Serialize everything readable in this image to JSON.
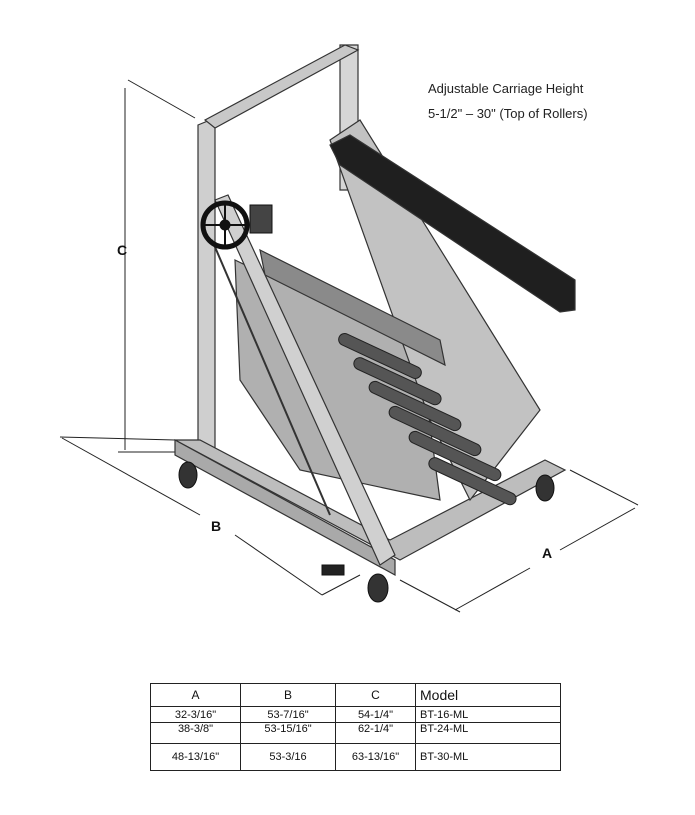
{
  "note": {
    "line1": "Adjustable Carriage Height",
    "line2": "5-1/2\" – 30\" (Top of Rollers)"
  },
  "dimensions": {
    "a": "A",
    "b": "B",
    "c": "C"
  },
  "table": {
    "headers": [
      "A",
      "B",
      "C",
      "Model"
    ],
    "rows": [
      [
        "32-3/16\"",
        "53-7/16\"",
        "54-1/4\"",
        "BT-16-ML"
      ],
      [
        "38-3/8\"",
        "53-15/16\"",
        "62-1/4\"",
        "BT-24-ML"
      ],
      [
        "48-13/16\"",
        "53-3/16",
        "63-13/16\"",
        "BT-30-ML"
      ]
    ]
  }
}
